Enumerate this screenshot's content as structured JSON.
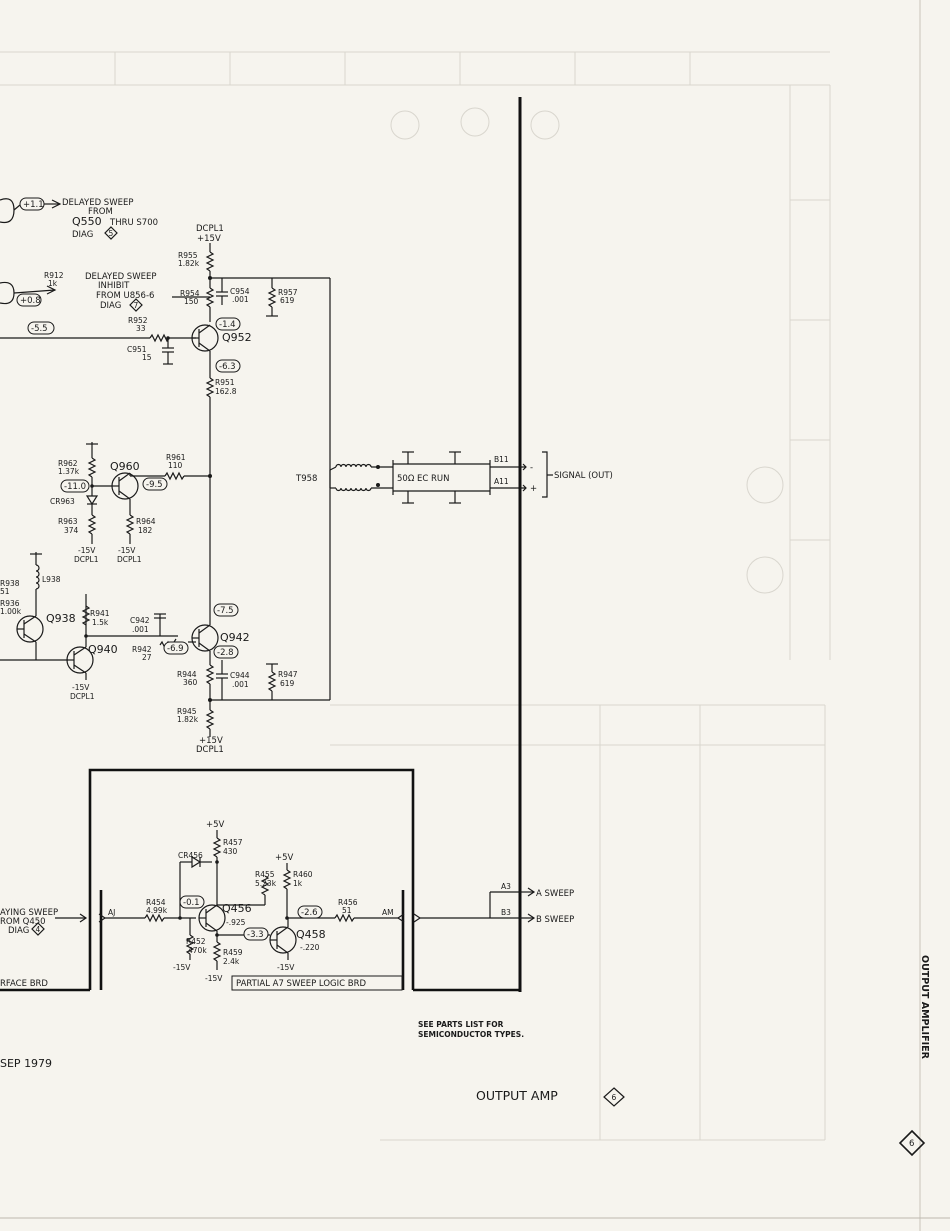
{
  "page": {
    "title": "OUTPUT AMP",
    "diagram_number": "6",
    "date": "SEP 1979",
    "side_tab": "OUTPUT AMPLIFIER",
    "note_line1": "SEE PARTS LIST FOR",
    "note_line2": "SEMICONDUCTOR TYPES.",
    "board_label": "PARTIAL A7 SWEEP LOGIC BRD",
    "left_board_label": "RFACE BRD"
  },
  "labels": {
    "delayed_sweep_1": "DELAYED SWEEP",
    "delayed_sweep_2": "FROM",
    "delayed_sweep_3": "Q550",
    "delayed_sweep_3b": "THRU S700",
    "delayed_sweep_4": "DIAG",
    "delayed_sweep_diag": "5",
    "inhibit_1": "DELAYED SWEEP",
    "inhibit_2": "INHIBIT",
    "inhibit_3": "FROM U856-6",
    "inhibit_4": "DIAG",
    "inhibit_diag": "7",
    "dcpl1_top": "DCPL1",
    "v15_top": "+15V",
    "signal_out": "SIGNAL (OUT)",
    "cable": "50Ω EC RUN",
    "t958": "T958",
    "b11": "B11",
    "a11": "A11",
    "minus": "-",
    "plus": "+",
    "a_sweep": "A SWEEP",
    "b_sweep": "B SWEEP",
    "a3": "A3",
    "b3": "B3",
    "aj": "AJ",
    "am": "AM",
    "playing_1": "AYING SWEEP",
    "playing_2": "ROM Q450",
    "playing_3": "DIAG",
    "playing_diag": "4",
    "v15_q942": "+15V",
    "dcpl1_q942": "DCPL1",
    "n15_a": "-15V",
    "n15_b": "-15V",
    "dcpl1_a": "DCPL1",
    "dcpl1_b": "DCPL1",
    "n15_q940": "-15V",
    "dcpl1_q940": "DCPL1",
    "v5_a": "+5V",
    "v5_b": "+5V",
    "n15_c": "-15V",
    "n15_d": "-15V",
    "n15_e": "-15V",
    "v_q456": "-.925",
    "v_q458": "-.220"
  },
  "components": {
    "r955": "R955",
    "r955v": "1.82k",
    "r912": "R912",
    "r912v": "1k",
    "r954": "R954",
    "r954v": "150",
    "c954": "C954",
    "c954v": ".001",
    "r957": "R957",
    "r957v": "619",
    "r952": "R952",
    "r952v": "33",
    "c951": "C951",
    "c951v": "15",
    "q952": "Q952",
    "r951": "R951",
    "r951v": "162.8",
    "r962": "R962",
    "r962v": "1.37k",
    "q960": "Q960",
    "r961": "R961",
    "r961v": "110",
    "cr963": "CR963",
    "r963": "R963",
    "r963v": "374",
    "r964": "R964",
    "r964v": "182",
    "l938": "L938",
    "r938": "R938",
    "r938v": "51",
    "r936": "R936",
    "r936v": "1.00k",
    "q938": "Q938",
    "r941": "R941",
    "r941v": "1.5k",
    "c942": "C942",
    "c942v": ".001",
    "r942": "R942",
    "r942v": "27",
    "q942": "Q942",
    "q940": "Q940",
    "r944": "R944",
    "r944v": "360",
    "c944": "C944",
    "c944v": ".001",
    "r947": "R947",
    "r947v": "619",
    "r945": "R945",
    "r945v": "1.82k",
    "r457": "R457",
    "r457v": "430",
    "cr456": "CR456",
    "r455": "R455",
    "r455v": "5.23k",
    "r460": "R460",
    "r460v": "1k",
    "r454": "R454",
    "r454v": "4.99k",
    "q456": "Q456",
    "r456": "R456",
    "r456v": "51",
    "r452": "R452",
    "r452v": "470k",
    "r459": "R459",
    "r459v": "2.4k",
    "q458": "Q458"
  },
  "voltages": {
    "v1": "+1.1",
    "v2": "+0.8",
    "v3": "-5.5",
    "v4": "-1.4",
    "v5": "-6.3",
    "v6": "-11.0",
    "v7": "-9.5",
    "v8": "-7.5",
    "v9": "-6.9",
    "v10": "-2.8",
    "v11": "-0.1",
    "v12": "-2.6",
    "v13": "-3.3"
  }
}
